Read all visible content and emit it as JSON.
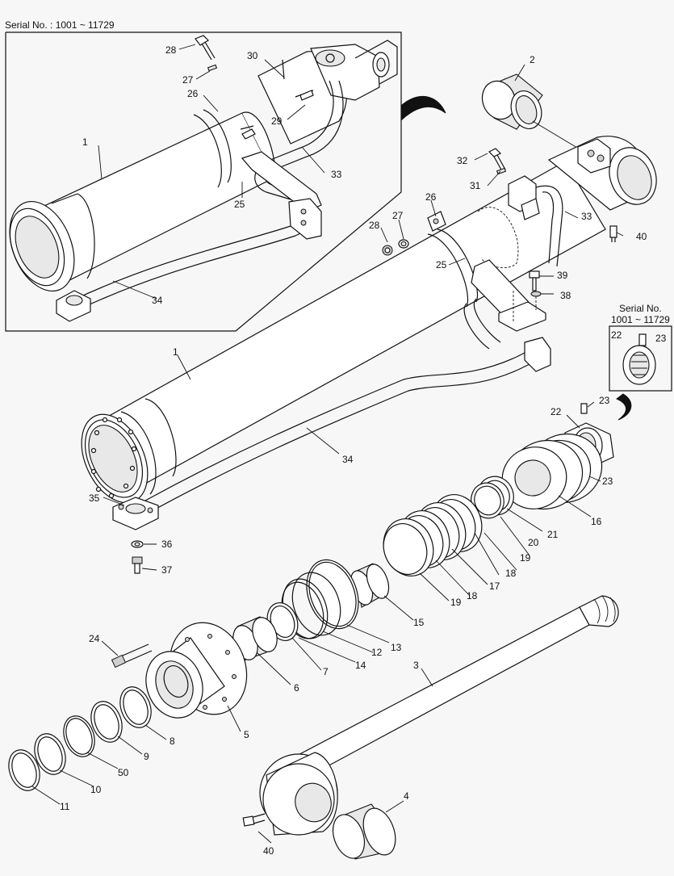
{
  "serial_main": "Serial No. : 1001 ~ 11729",
  "serial_small_line1": "Serial No.",
  "serial_small_line2": "1001 ~ 11729",
  "callouts": {
    "inset_28": "28",
    "inset_27": "27",
    "inset_30": "30",
    "inset_26": "26",
    "inset_29": "29",
    "inset_1": "1",
    "inset_33": "33",
    "inset_25": "25",
    "inset_34": "34",
    "p2": "2",
    "p32": "32",
    "p31": "31",
    "p33": "33",
    "p40a": "40",
    "p26": "26",
    "p28": "28",
    "p27": "27",
    "p25": "25",
    "p39": "39",
    "p38": "38",
    "p22a": "22",
    "p23a": "23",
    "p1": "1",
    "p34": "34",
    "p35": "35",
    "p36": "36",
    "p37": "37",
    "p22b": "22",
    "p23b": "23",
    "p23c": "23",
    "p16": "16",
    "p21": "21",
    "p20": "20",
    "p19a": "19",
    "p18a": "18",
    "p17": "17",
    "p18b": "18",
    "p19b": "19",
    "p15": "15",
    "p13": "13",
    "p12": "12",
    "p14": "14",
    "p7": "7",
    "p6": "6",
    "p3": "3",
    "p24": "24",
    "p5": "5",
    "p8": "8",
    "p9": "9",
    "p50": "50",
    "p10": "10",
    "p11": "11",
    "p4": "4",
    "p40b": "40"
  }
}
